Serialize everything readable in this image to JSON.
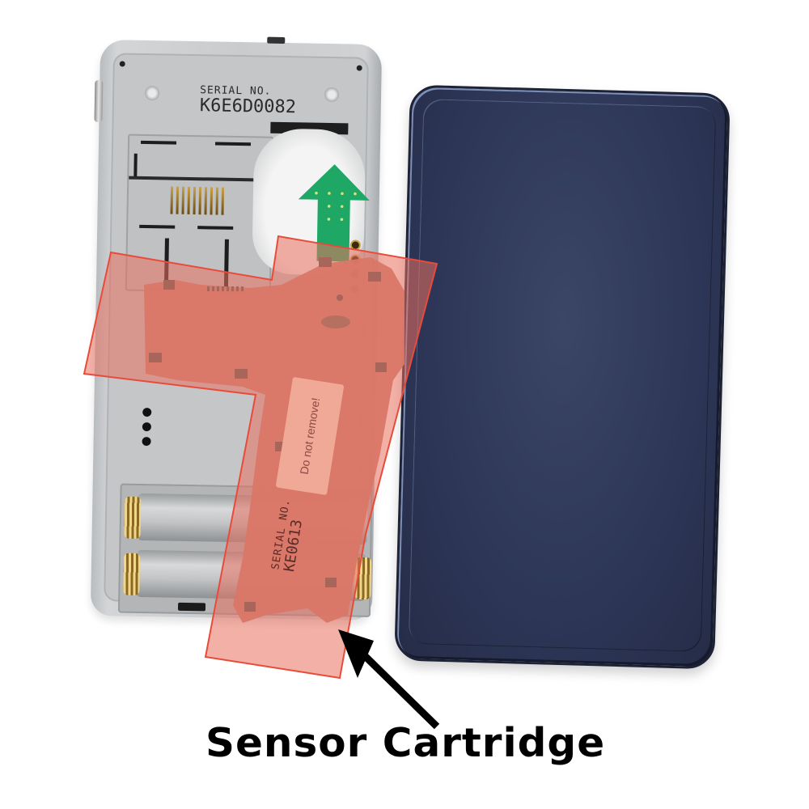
{
  "image": {
    "subject": "Disassembled device with back cover removed",
    "annotation": {
      "caption": "Sensor Cartridge",
      "arrow": "pointer-arrow",
      "highlight_color": "#e8705f"
    }
  },
  "device_body": {
    "serial_label": "SERIAL NO.",
    "serial_value": "K6E6D0082",
    "battery_arrow_color": "#1fa865"
  },
  "sensor_cartridge": {
    "warning_label": "Do not remove!",
    "serial_label": "SERIAL NO.",
    "serial_value": "KE0613"
  },
  "back_cover": {
    "color": "#2d3657"
  }
}
